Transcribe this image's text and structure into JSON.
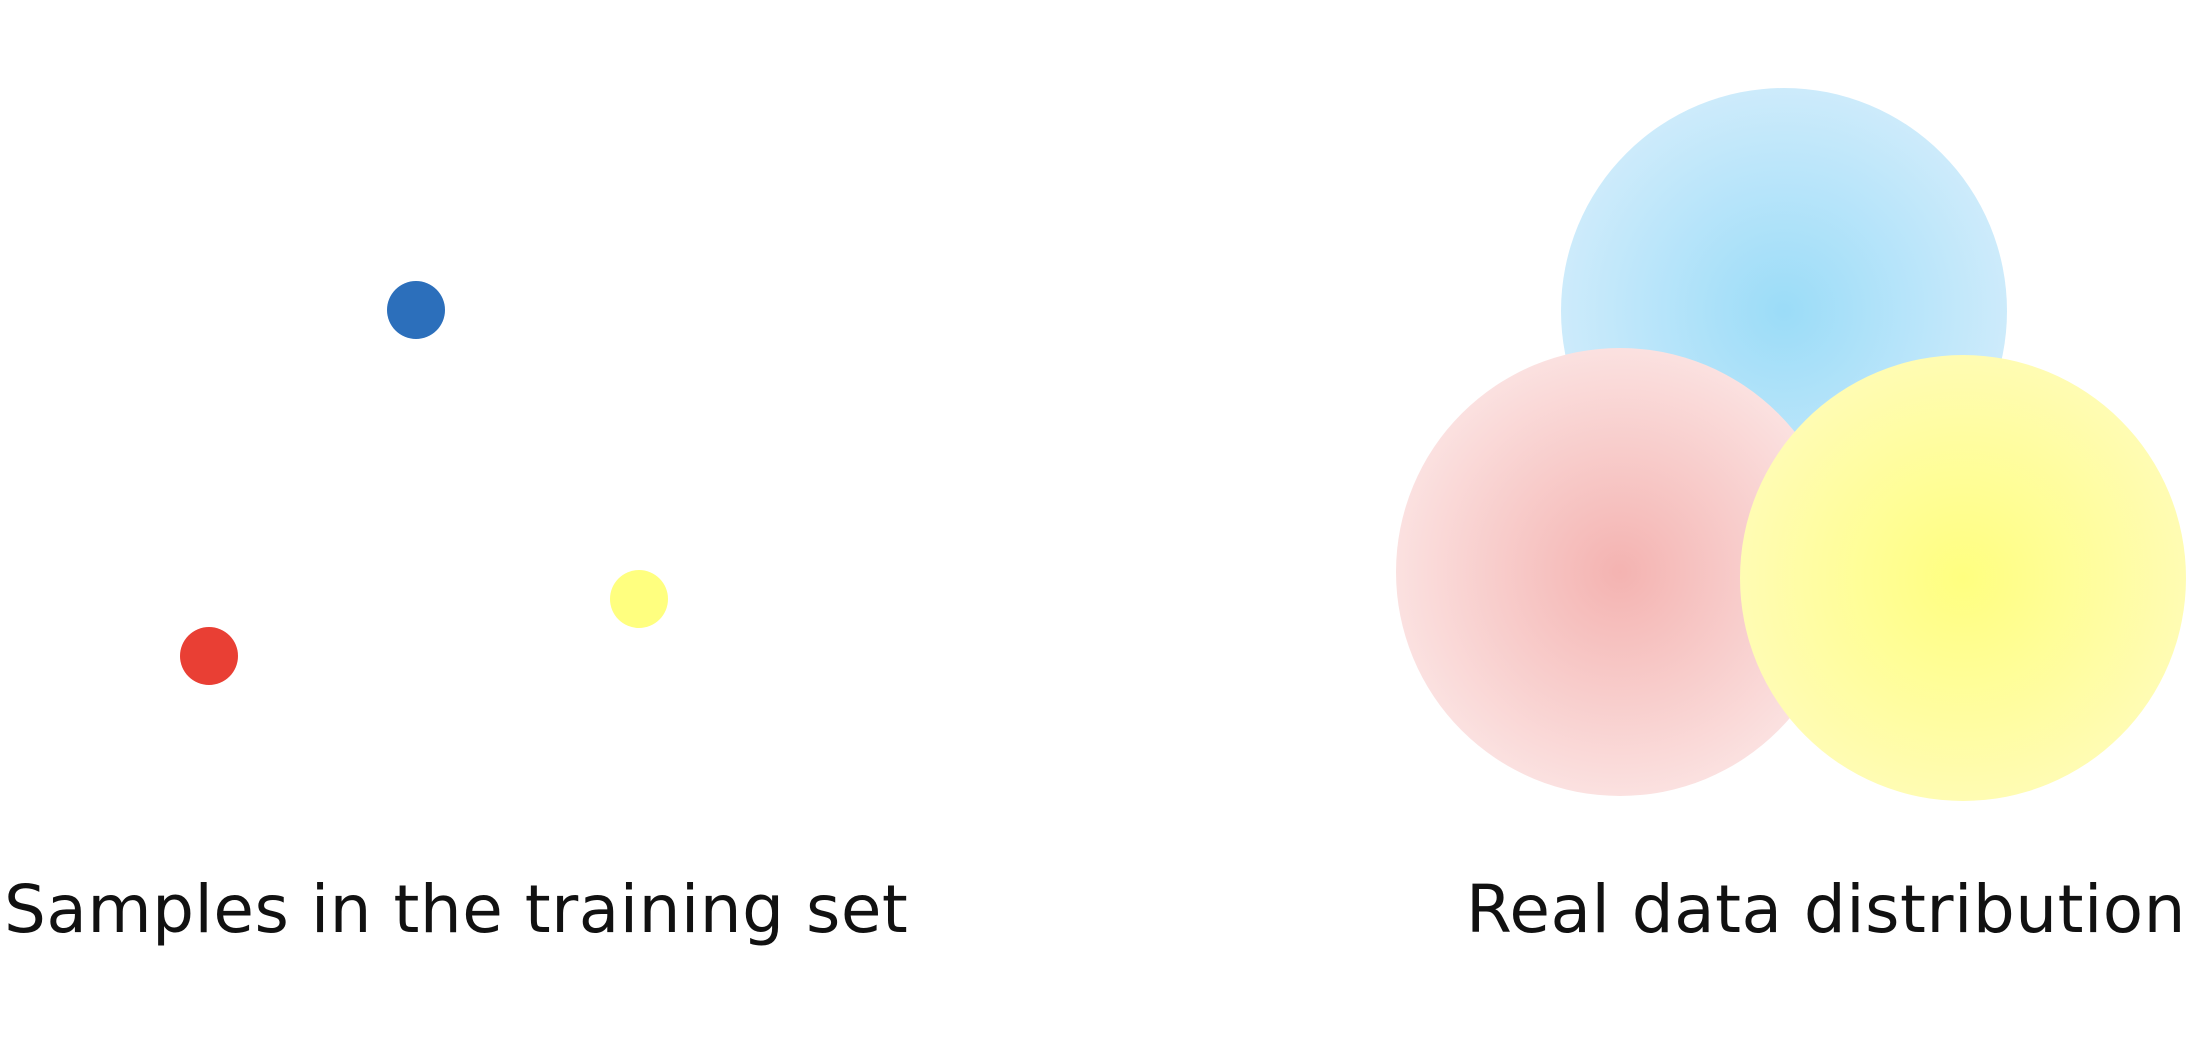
{
  "captions": {
    "left": "Samples in the training set",
    "right": "Real data distribution"
  },
  "colors": {
    "background": "#ffffff",
    "text": "#111111",
    "sample_blue": "#2c6fbb",
    "sample_red": "#e93f34",
    "sample_yellow": "#ffff7f",
    "dist_blue_center": "#9bdcf8",
    "dist_blue_edge": "#cdebfb",
    "dist_red_center": "#f4b3b1",
    "dist_red_edge": "#fbe1e0",
    "dist_yellow_center": "#ffff80",
    "dist_yellow_edge": "#fffcb3"
  },
  "samples": [
    {
      "label": "blue-sample",
      "color": "sample_blue"
    },
    {
      "label": "yellow-sample",
      "color": "sample_yellow"
    },
    {
      "label": "red-sample",
      "color": "sample_red"
    }
  ],
  "distributions": [
    {
      "label": "blue-distribution",
      "center": "dist_blue_center",
      "edge": "dist_blue_edge"
    },
    {
      "label": "red-distribution",
      "center": "dist_red_center",
      "edge": "dist_red_edge"
    },
    {
      "label": "yellow-distribution",
      "center": "dist_yellow_center",
      "edge": "dist_yellow_edge"
    }
  ]
}
